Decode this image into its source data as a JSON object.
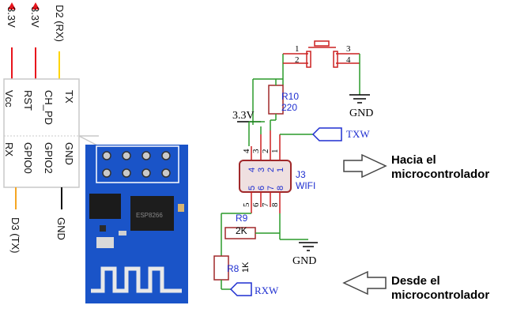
{
  "module": {
    "supply_labels": [
      "3.3V",
      "3.3V",
      "D2 (RX)"
    ],
    "pins_left": [
      "TX",
      "CH_PD",
      "RST",
      "Vcc"
    ],
    "pins_right": [
      "GND",
      "GPIO2",
      "GPIO0",
      "RX"
    ],
    "bottom_labels": [
      "D3 (TX)",
      "GND"
    ],
    "chip_text": "ESP8266"
  },
  "schematic": {
    "vcc_label": "3.3V",
    "gnd_label": "GND",
    "r10_name": "R10",
    "r10_value": "220",
    "r9_name": "R9",
    "r9_value": "2K",
    "r8_name": "R8",
    "r8_value": "1K",
    "txw_label": "TXW",
    "rxw_label": "RXW",
    "j3_name": "J3",
    "j3_desc": "WIFI",
    "button_pins": [
      "1",
      "2",
      "3",
      "4"
    ],
    "header_pins_top": [
      "4",
      "3",
      "2",
      "1"
    ],
    "header_inner_top": [
      "4",
      "3",
      "2",
      "1"
    ],
    "header_inner_bottom": [
      "5",
      "6",
      "7",
      "8"
    ],
    "header_pins_bottom": [
      "5",
      "6",
      "7",
      "8"
    ]
  },
  "notes": {
    "to_mcu": [
      "Hacia el",
      "microcontrolador"
    ],
    "from_mcu": [
      "Desde el",
      "microcontrolador"
    ]
  },
  "colors": {
    "red": "#e8141c",
    "yellow": "#ffd500",
    "orange": "#f5a623",
    "wire_green": "#2a9a2a",
    "wire_red": "#cc2020",
    "pcb_blue": "#1a54c8",
    "component_red": "#a0282a",
    "label_blue": "#1f2fd0"
  }
}
